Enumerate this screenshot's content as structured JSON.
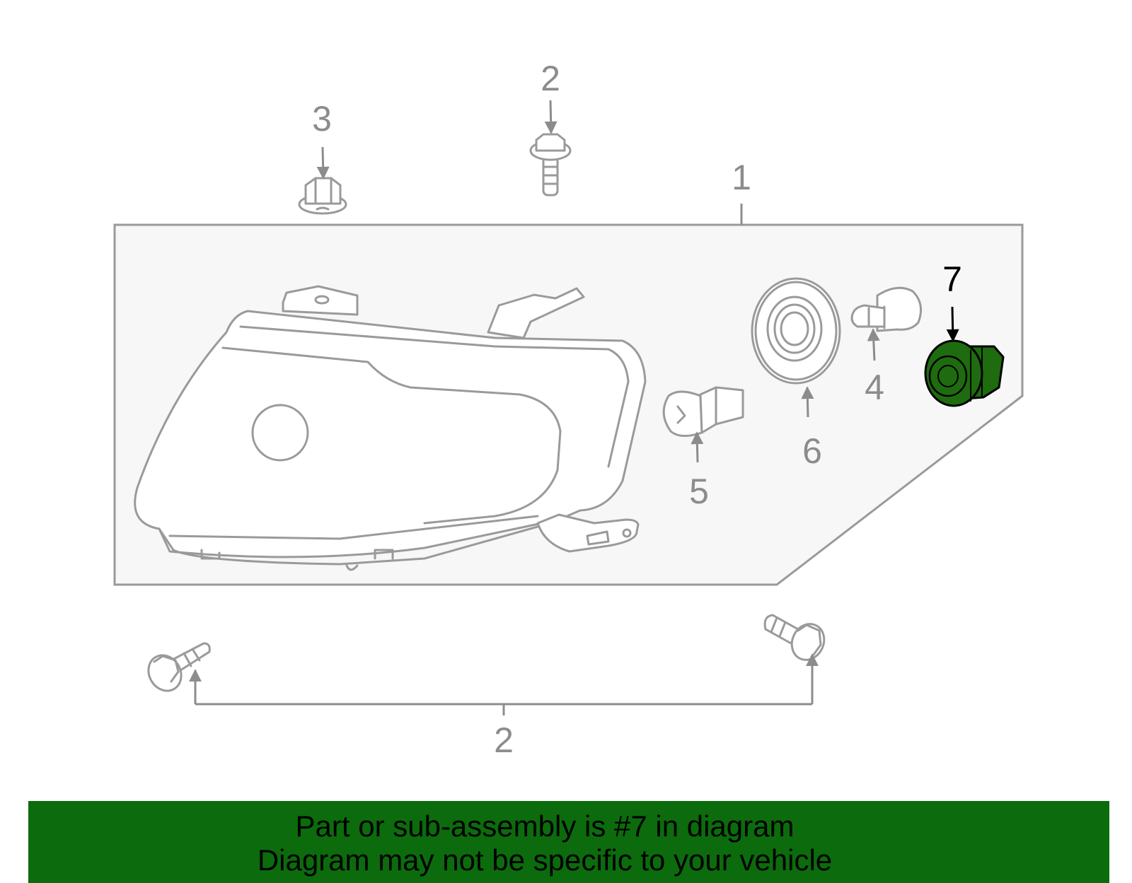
{
  "diagram": {
    "callouts": {
      "c1": "1",
      "c2_top": "2",
      "c3": "3",
      "c4": "4",
      "c5": "5",
      "c6": "6",
      "c7": "7",
      "c2_bottom": "2"
    },
    "highlight_color": "#1f6b0f",
    "line_color": "#9a9a9a"
  },
  "banner": {
    "line1": "Part or sub-assembly is #7 in diagram",
    "line2": "Diagram may not be specific to your vehicle",
    "background": "#0c6b0c"
  }
}
